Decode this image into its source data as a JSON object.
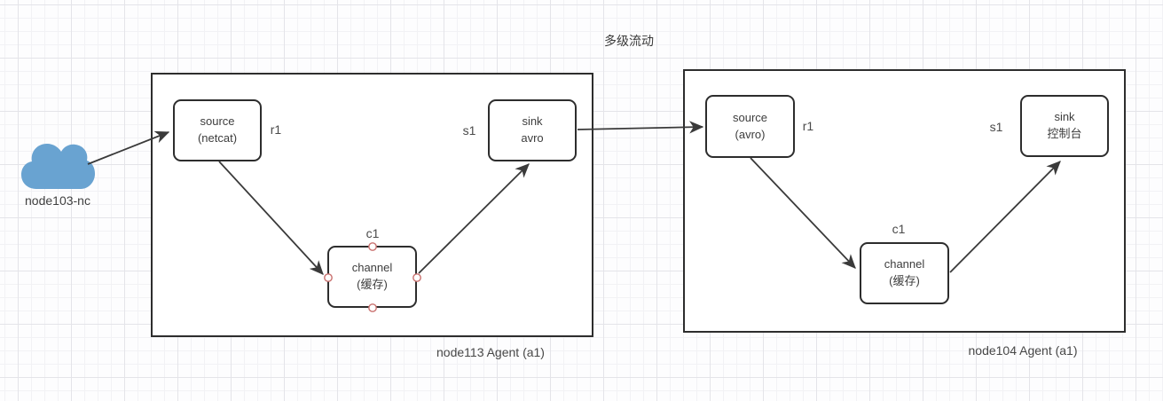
{
  "title": "多级流动",
  "external_source": {
    "icon": "cloud-icon",
    "label": "node103-nc"
  },
  "agents": [
    {
      "label": "node113 Agent (a1)",
      "nodes": [
        {
          "line1": "source",
          "line2": "(netcat)",
          "port": "r1"
        },
        {
          "line1": "channel",
          "line2": "(缓存)",
          "port": "c1"
        },
        {
          "line1": "sink",
          "line2": "avro",
          "port": "s1"
        }
      ]
    },
    {
      "label": "node104 Agent (a1)",
      "nodes": [
        {
          "line1": "source",
          "line2": "(avro)",
          "port": "r1"
        },
        {
          "line1": "channel",
          "line2": "(缓存)",
          "port": "c1"
        },
        {
          "line1": "sink",
          "line2": "控制台",
          "port": "s1"
        }
      ]
    }
  ],
  "colors": {
    "cloud_fill": "#69a3d1",
    "shape_border": "#2d2d2d",
    "arrow": "#3a3a3a",
    "connection_point": "#c9706e",
    "grid_major": "#e4e4e9",
    "grid_minor": "#f2f2f5"
  }
}
